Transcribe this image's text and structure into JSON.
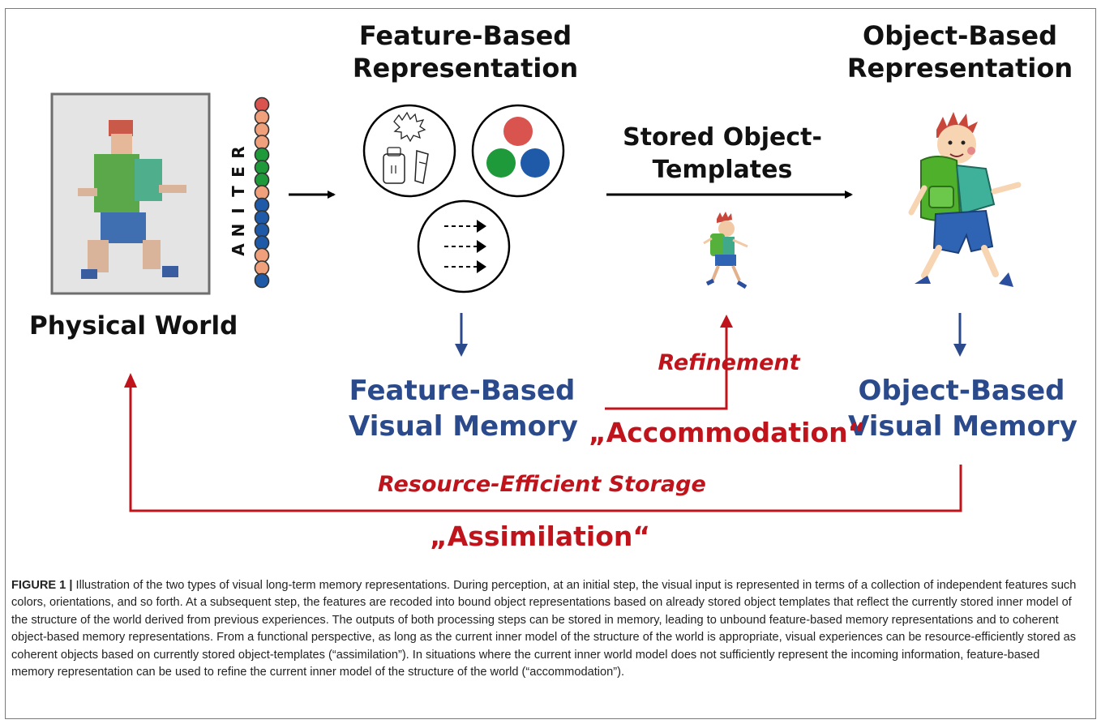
{
  "labels": {
    "feature_repr": [
      "Feature-Based",
      "Representation"
    ],
    "object_repr": [
      "Object-Based",
      "Representation"
    ],
    "stored_templates": [
      "Stored Object-",
      "Templates"
    ],
    "physical_world": "Physical World",
    "retina": [
      "R",
      "E",
      "T",
      "I",
      "N",
      "A"
    ],
    "feature_memory": [
      "Feature-Based",
      "Visual Memory"
    ],
    "object_memory": [
      "Object-Based",
      "Visual Memory"
    ],
    "refinement": "Refinement",
    "accommodation": "„Accommodation“",
    "resource_storage": "Resource-Efficient Storage",
    "assimilation": "„Assimilation“"
  },
  "colors": {
    "blue_text": "#2b4a8b",
    "red": "#c0141c",
    "retina_red": "#d9534f",
    "retina_peach": "#f0a07a",
    "retina_green": "#1f9a3a",
    "retina_blue": "#1e5aa8"
  },
  "retina_dots": [
    "red",
    "peach",
    "peach",
    "peach",
    "green",
    "green",
    "green",
    "peach",
    "blue",
    "blue",
    "blue",
    "blue",
    "peach",
    "peach",
    "blue"
  ],
  "caption": {
    "label": "FIGURE 1 |",
    "text": "Illustration of the two types of visual long-term memory representations. During perception, at an initial step, the visual input is represented in terms of a collection of independent features such colors, orientations, and so forth. At a subsequent step, the features are recoded into bound object representations based on already stored object templates that reflect the currently stored inner model of the structure of the world derived from previous experiences. The outputs of both processing steps can be stored in memory, leading to unbound feature-based memory representations and to coherent object-based memory representations. From a functional perspective, as long as the current inner model of the structure of the world is appropriate, visual experiences can be resource-efficiently stored as coherent objects based on currently stored object-templates (“assimilation”). In situations where the current inner world model does not sufficiently represent the incoming information, feature-based memory representation can be used to refine the current inner model of the structure of the world (“accommodation”)."
  }
}
